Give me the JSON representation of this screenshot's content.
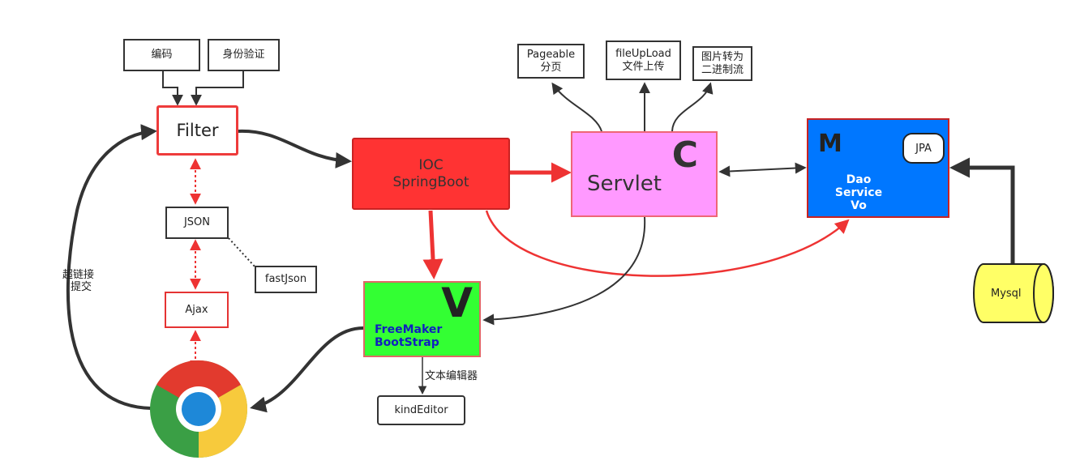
{
  "filter": {
    "title": "Filter",
    "inputs": [
      "编码",
      "身份验证"
    ]
  },
  "json": {
    "label": "JSON",
    "library": "fastJson"
  },
  "ajax": {
    "label": "Ajax"
  },
  "browser": {
    "icon": "chrome-browser-icon"
  },
  "hyperlink_label": [
    "超链接",
    "提交"
  ],
  "ioc": {
    "lines": [
      "IOC",
      "SpringBoot"
    ]
  },
  "controller": {
    "letter": "C",
    "title": "Servlet",
    "features": [
      {
        "lines": [
          "Pageable",
          "分页"
        ]
      },
      {
        "lines": [
          "fileUpLoad",
          "文件上传"
        ]
      },
      {
        "lines": [
          "图片转为",
          "二进制流"
        ]
      }
    ]
  },
  "model": {
    "letter": "M",
    "tag": "JPA",
    "layers": [
      "Dao",
      "Service",
      "Vo"
    ]
  },
  "view": {
    "letter": "V",
    "techs": [
      "FreeMaker",
      "BootStrap"
    ],
    "editor_edge_label": "文本编辑器",
    "editor": "kindEditor"
  },
  "database": {
    "label": "Mysql"
  },
  "colors": {
    "filter_border": "#ee3b3b",
    "ioc_fill": "#ff3333",
    "servlet_fill": "#ff99ff",
    "model_fill": "#0077ff",
    "view_fill": "#33ff33",
    "db_fill": "#ffff66",
    "arrow_dark": "#333333",
    "arrow_red": "#ee3333"
  }
}
